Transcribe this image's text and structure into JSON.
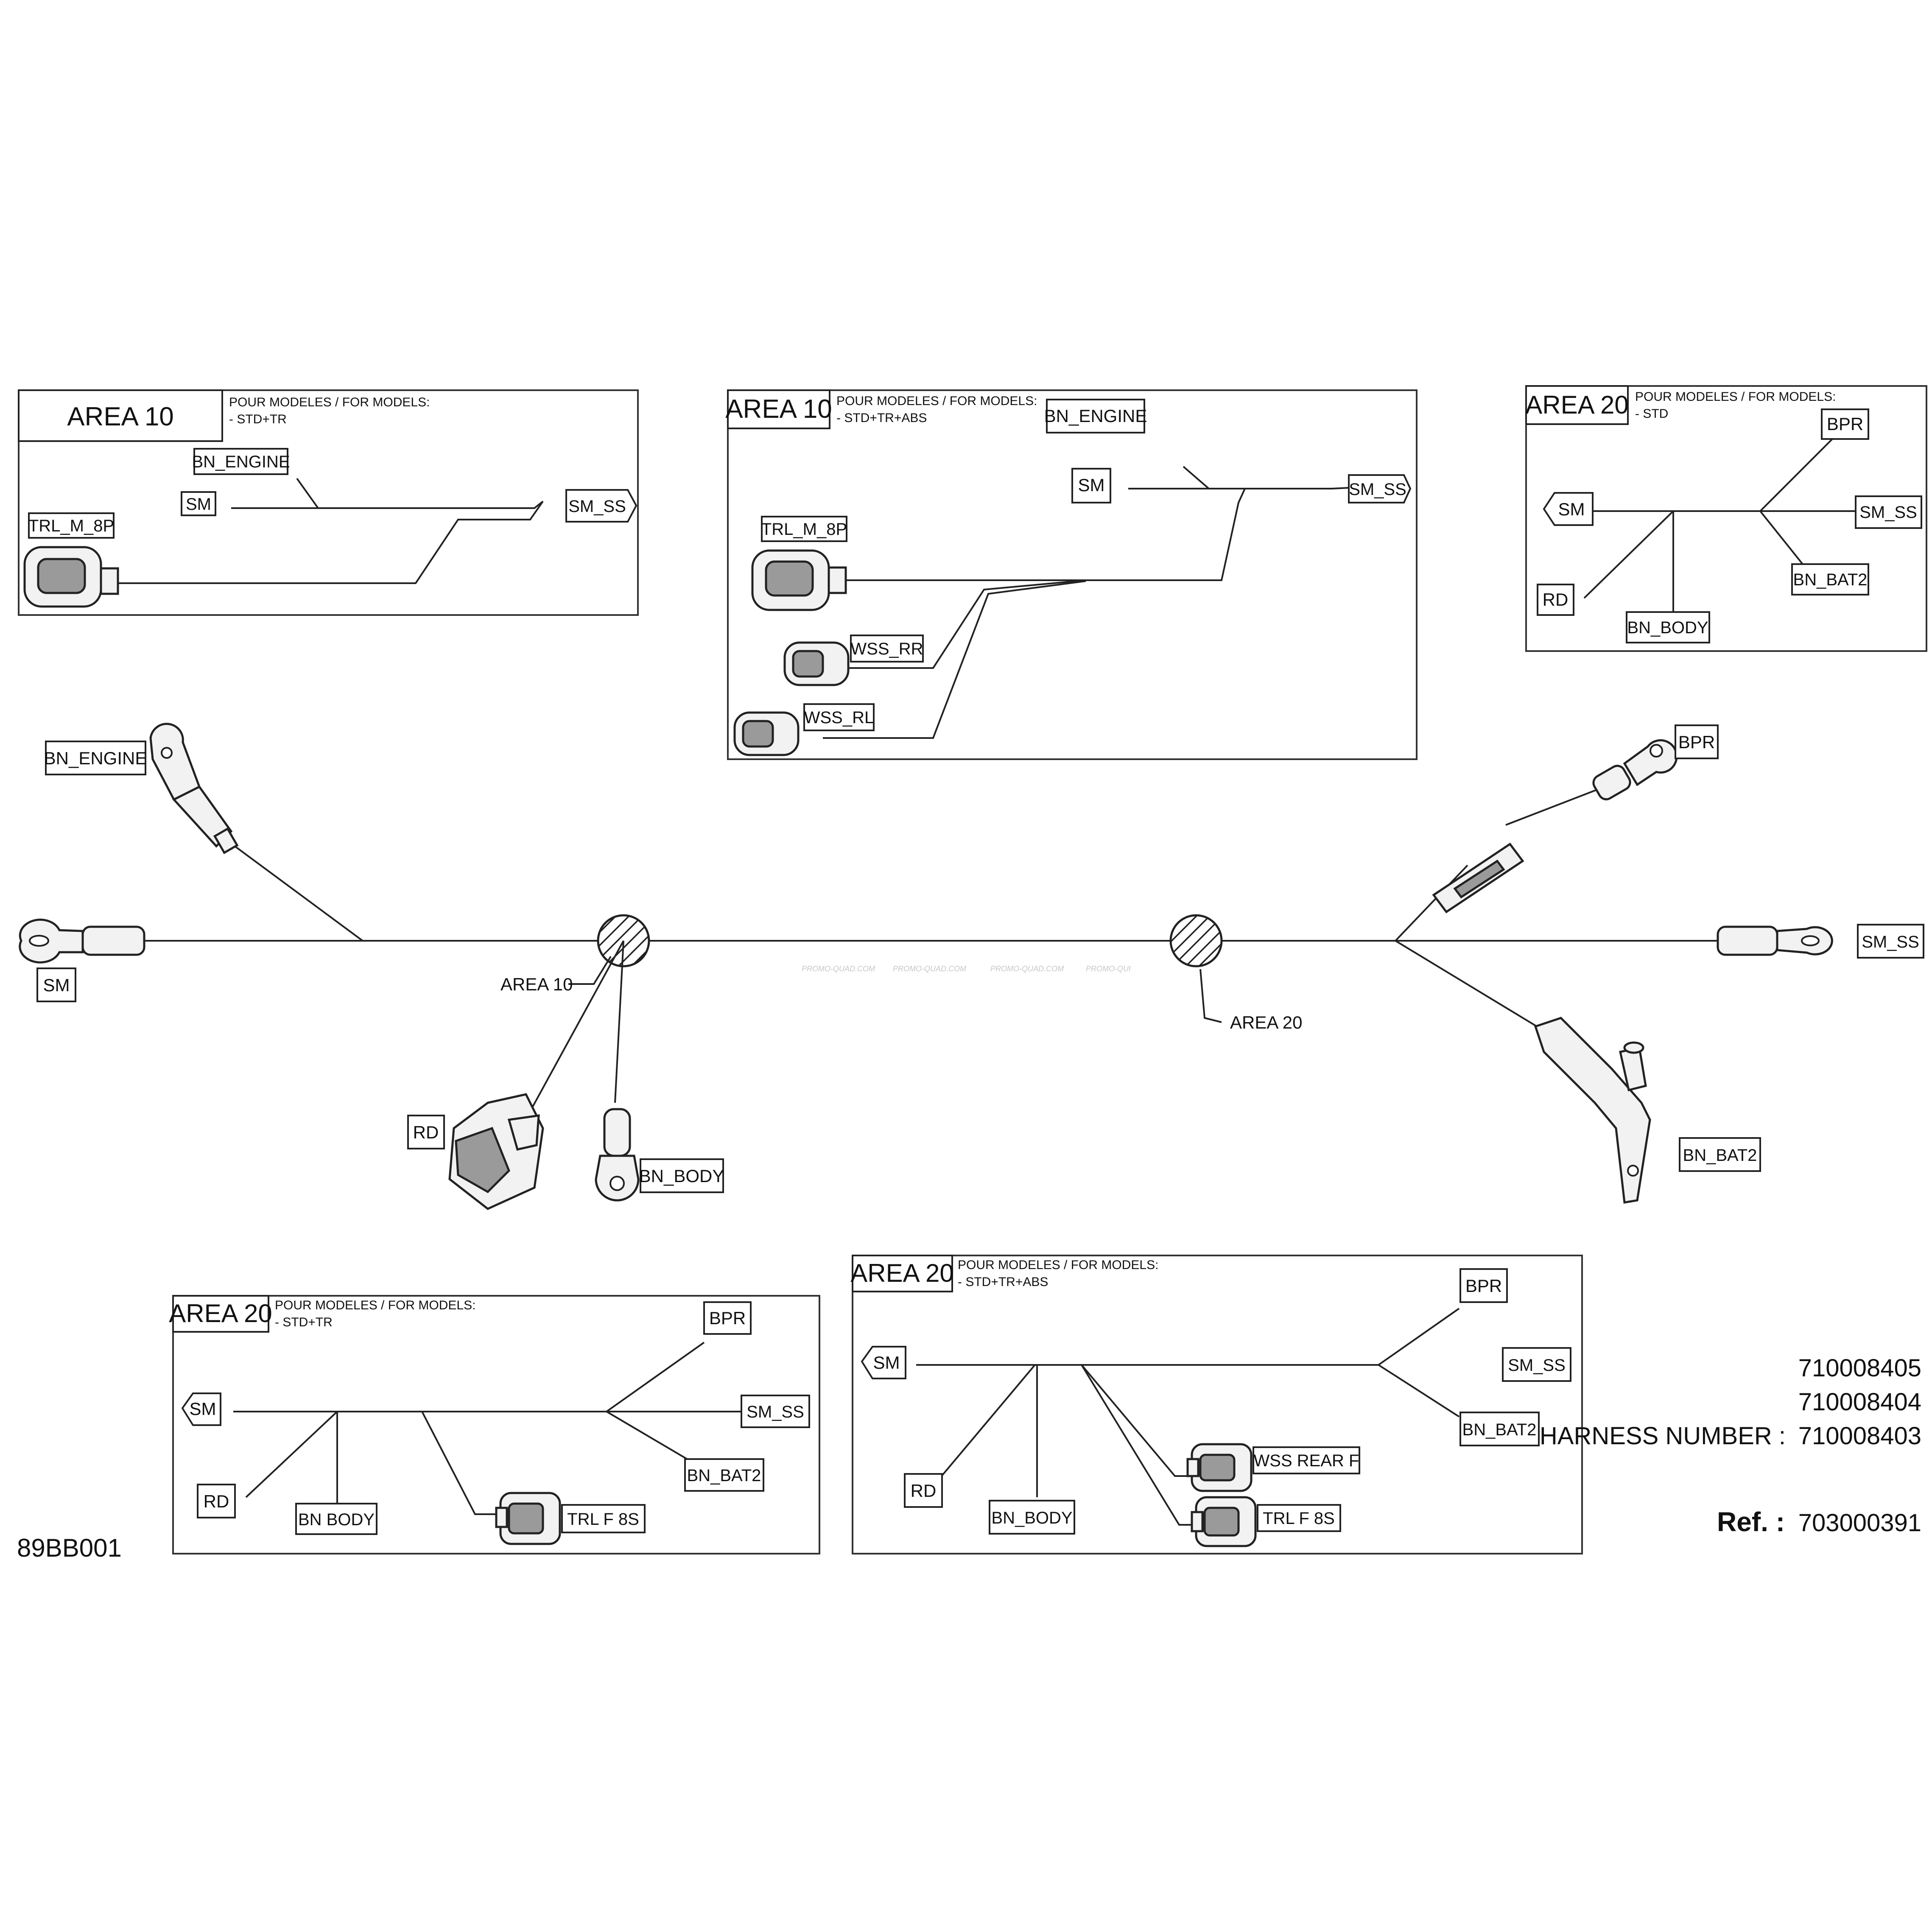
{
  "diagram_code": "89BB001",
  "harness": {
    "numbers": [
      "710008405",
      "710008404"
    ],
    "label": "HARNESS NUMBER :",
    "number_main": "710008403",
    "ref_label": "Ref. :",
    "ref_value": "703000391"
  },
  "watermark": [
    "PROMO-QUAD.COM",
    "PROMO-QUAD.COM",
    "PROMO-QUAD.COM",
    "PROMO-QUI"
  ],
  "main": {
    "area10": "AREA 10",
    "area20": "AREA 20",
    "labels": {
      "bn_engine": "BN_ENGINE",
      "sm": "SM",
      "rd": "RD",
      "bn_body": "BN_BODY",
      "bpr": "BPR",
      "sm_ss": "SM_SS",
      "bn_bat2": "BN_BAT2"
    }
  },
  "insets": {
    "a": {
      "title": "AREA 10",
      "models_line1": "POUR MODELES / FOR MODELS:",
      "models_line2": "- STD+TR",
      "labels": {
        "bn_engine": "BN_ENGINE",
        "sm": "SM",
        "sm_ss": "SM_SS",
        "trl": "TRL_M_8P"
      }
    },
    "b": {
      "title": "AREA 10",
      "models_line1": "POUR MODELES / FOR MODELS:",
      "models_line2": "- STD+TR+ABS",
      "labels": {
        "bn_engine": "BN_ENGINE",
        "sm": "SM",
        "sm_ss": "SM_SS",
        "trl": "TRL_M_8P",
        "wss_rr": "WSS_RR",
        "wss_rl": "WSS_RL"
      }
    },
    "c": {
      "title": "AREA 20",
      "models_line1": "POUR MODELES / FOR MODELS:",
      "models_line2": "- STD",
      "labels": {
        "sm": "SM",
        "bpr": "BPR",
        "sm_ss": "SM_SS",
        "bn_bat2": "BN_BAT2",
        "rd": "RD",
        "bn_body": "BN_BODY"
      }
    },
    "d": {
      "title": "AREA 20",
      "models_line1": "POUR MODELES / FOR MODELS:",
      "models_line2": "- STD+TR",
      "labels": {
        "sm": "SM",
        "bpr": "BPR",
        "sm_ss": "SM_SS",
        "bn_bat2": "BN_BAT2",
        "rd": "RD",
        "bn_body": "BN BODY",
        "trl": "TRL F 8S"
      }
    },
    "e": {
      "title": "AREA 20",
      "models_line1": "POUR MODELES / FOR MODELS:",
      "models_line2": "- STD+TR+ABS",
      "labels": {
        "sm": "SM",
        "bpr": "BPR",
        "sm_ss": "SM_SS",
        "bn_bat2": "BN_BAT2",
        "rd": "RD",
        "bn_body": "BN_BODY",
        "wss_rear": "WSS REAR F",
        "trl": "TRL F 8S"
      }
    }
  }
}
